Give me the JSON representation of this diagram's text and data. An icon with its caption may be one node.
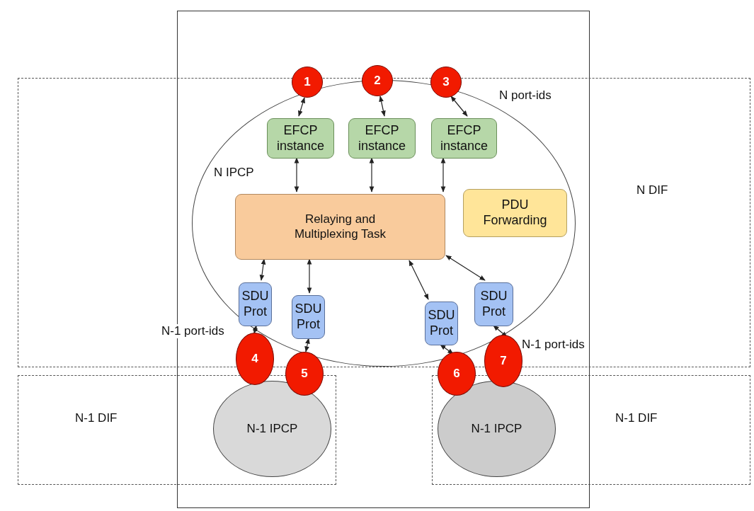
{
  "diagram": {
    "nodes": [
      {
        "text": [
          "N DIF"
        ]
      },
      {
        "text": [
          "N IPCP"
        ],
        "in": 0
      },
      {
        "text": [
          "1"
        ]
      },
      {
        "text": [
          "2"
        ]
      },
      {
        "text": [
          "3"
        ]
      },
      {
        "text": [
          "EFCP instance"
        ],
        "in": 1
      },
      {
        "text": [
          "EFCP instance"
        ],
        "in": 1
      },
      {
        "text": [
          "EFCP instance"
        ],
        "in": 1
      },
      {
        "text": [
          "Relaying and Multiplexing Task"
        ],
        "in": 1
      },
      {
        "text": [
          "PDU Forwarding"
        ],
        "in": 1
      },
      {
        "text": [
          "SDU Prot"
        ],
        "in": 1
      },
      {
        "text": [
          "SDU Prot"
        ],
        "in": 1
      },
      {
        "text": [
          "SDU Prot"
        ],
        "in": 1
      },
      {
        "text": [
          "SDU Prot"
        ],
        "in": 1
      },
      {
        "text": [
          "4"
        ]
      },
      {
        "text": [
          "5"
        ]
      },
      {
        "text": [
          "6"
        ]
      },
      {
        "text": [
          "7"
        ]
      },
      {
        "text": [
          "N-1 DIF"
        ]
      },
      {
        "text": [
          "N-1 IPCP"
        ],
        "in": 18
      },
      {
        "text": [
          "N-1 DIF"
        ]
      },
      {
        "text": [
          "N-1 IPCP"
        ],
        "in": 20
      }
    ],
    "edges": [
      {
        "from": 2,
        "to": 5,
        "arrow": "both"
      },
      {
        "from": 3,
        "to": 6,
        "arrow": "both"
      },
      {
        "from": 4,
        "to": 7,
        "arrow": "both"
      },
      {
        "from": 5,
        "to": 8,
        "arrow": "both"
      },
      {
        "from": 6,
        "to": 8,
        "arrow": "both"
      },
      {
        "from": 7,
        "to": 8,
        "arrow": "both"
      },
      {
        "from": 8,
        "to": 10,
        "arrow": "both"
      },
      {
        "from": 8,
        "to": 11,
        "arrow": "both"
      },
      {
        "from": 8,
        "to": 12,
        "arrow": "both"
      },
      {
        "from": 8,
        "to": 13,
        "arrow": "both"
      },
      {
        "from": 10,
        "to": 14,
        "arrow": "both"
      },
      {
        "from": 11,
        "to": 15,
        "arrow": "both"
      },
      {
        "from": 12,
        "to": 16,
        "arrow": "both"
      },
      {
        "from": 13,
        "to": 17,
        "arrow": "both"
      }
    ],
    "labels": [
      "N port-ids",
      "N-1 port-ids",
      "N-1 port-ids"
    ]
  }
}
